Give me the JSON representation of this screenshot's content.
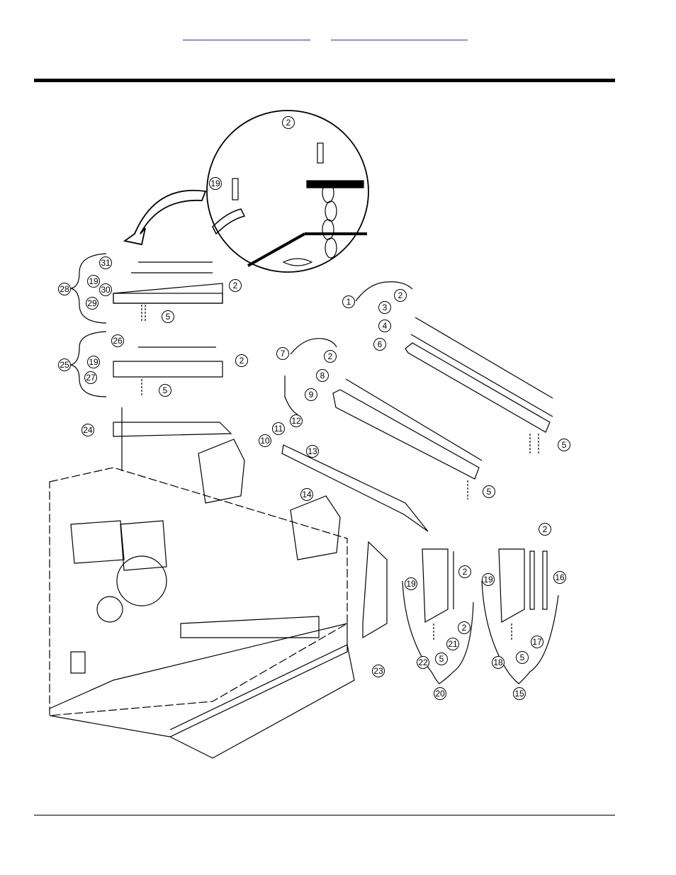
{
  "header": {
    "links": [
      {
        "text": ""
      },
      {
        "text": ""
      }
    ]
  },
  "diagram": {
    "callouts": [
      {
        "label": "2"
      },
      {
        "label": "19"
      },
      {
        "label": "31"
      },
      {
        "label": "19"
      },
      {
        "label": "30"
      },
      {
        "label": "28"
      },
      {
        "label": "29"
      },
      {
        "label": "2"
      },
      {
        "label": "5"
      },
      {
        "label": "26"
      },
      {
        "label": "19"
      },
      {
        "label": "25"
      },
      {
        "label": "27"
      },
      {
        "label": "2"
      },
      {
        "label": "5"
      },
      {
        "label": "24"
      },
      {
        "label": "1"
      },
      {
        "label": "2"
      },
      {
        "label": "3"
      },
      {
        "label": "4"
      },
      {
        "label": "6"
      },
      {
        "label": "5"
      },
      {
        "label": "7"
      },
      {
        "label": "2"
      },
      {
        "label": "8"
      },
      {
        "label": "9"
      },
      {
        "label": "5"
      },
      {
        "label": "12"
      },
      {
        "label": "11"
      },
      {
        "label": "10"
      },
      {
        "label": "13"
      },
      {
        "label": "14"
      },
      {
        "label": "2"
      },
      {
        "label": "19"
      },
      {
        "label": "2"
      },
      {
        "label": "21"
      },
      {
        "label": "22"
      },
      {
        "label": "5"
      },
      {
        "label": "20"
      },
      {
        "label": "23"
      },
      {
        "label": "2"
      },
      {
        "label": "19"
      },
      {
        "label": "16"
      },
      {
        "label": "17"
      },
      {
        "label": "18"
      },
      {
        "label": "5"
      },
      {
        "label": "15"
      }
    ]
  }
}
